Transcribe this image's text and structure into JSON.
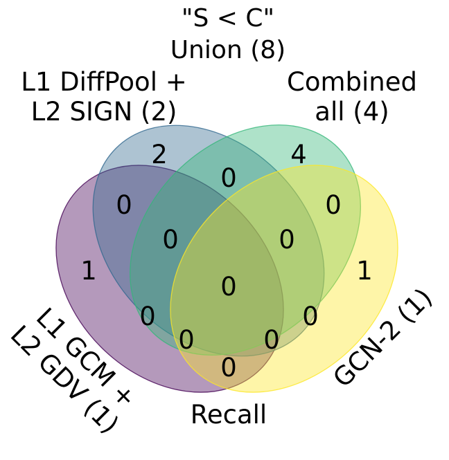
{
  "title": {
    "line1": "\"S < C\"",
    "line2": "Union (8)"
  },
  "sets": [
    {
      "id": "l1gcm",
      "label_lines": [
        "L1 GCM +",
        "L2 GDV (1)"
      ],
      "color": "#440154"
    },
    {
      "id": "l1diffpool",
      "label_lines": [
        "L1 DiffPool +",
        "L2 SIGN (2)"
      ],
      "color": "#31688e"
    },
    {
      "id": "combined",
      "label_lines": [
        "Combined",
        "all (4)"
      ],
      "color": "#35b779"
    },
    {
      "id": "gcn2",
      "label_lines": [
        "GCN-2 (1)"
      ],
      "color": "#fde725"
    }
  ],
  "regions": {
    "only_l1gcm": "1",
    "only_l1diffpool": "2",
    "only_combined": "4",
    "only_gcn2": "1",
    "l1gcm_l1diffpool": "0",
    "l1diffpool_combined": "0",
    "combined_gcn2": "0",
    "l1gcm_gcn2": "0",
    "l1gcm_combined": "0",
    "l1diffpool_gcn2": "0",
    "l1gcm_l1diffpool_combined": "0",
    "l1diffpool_combined_gcn2": "0",
    "l1gcm_combined_gcn2": "0",
    "l1gcm_l1diffpool_gcn2": "0",
    "all_four": "0"
  },
  "footer": "Recall"
}
